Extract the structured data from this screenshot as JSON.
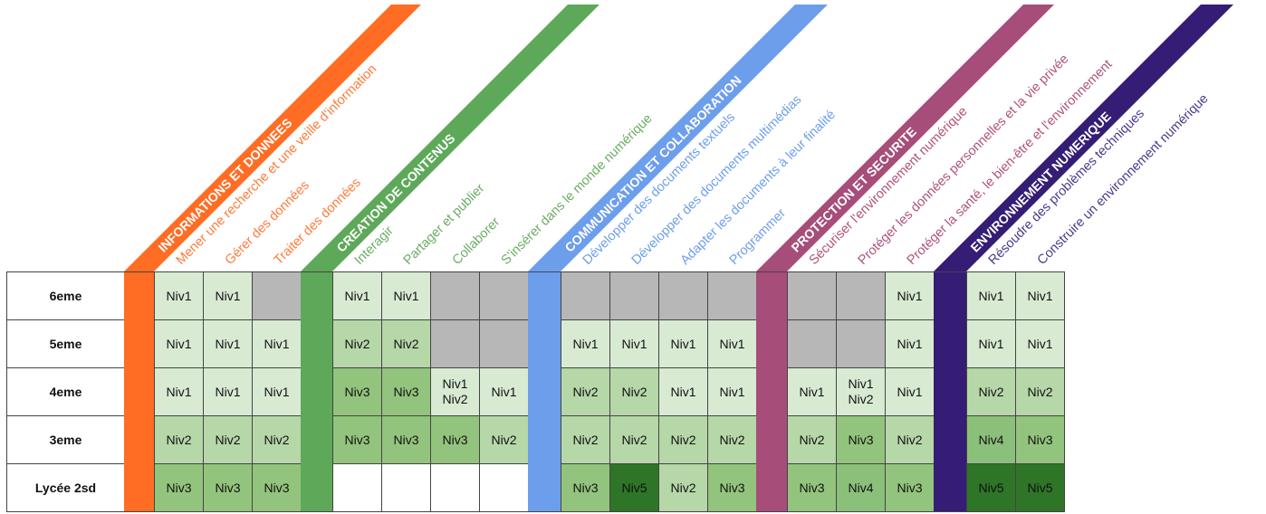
{
  "rows": [
    "6eme",
    "5eme",
    "4eme",
    "3eme",
    "Lycée 2sd"
  ],
  "level_colors": {
    "Niv1": "#d9ead3",
    "Niv2": "#b6d7a8",
    "Niv3": "#93c47d",
    "Niv4": "#8bc07a",
    "Niv5": "#2e7528",
    "na": "#b7b7b7",
    "empty": "#ffffff"
  },
  "sections": [
    {
      "title": "INFORMATIONS ET DONNEES",
      "color": "#ff6d24",
      "text_color": "#ff7a3a",
      "columns": [
        {
          "label": "Mener une recherche et une veille d'information",
          "cells": [
            "Niv1",
            "Niv1",
            "Niv1",
            "Niv2",
            "Niv3"
          ]
        },
        {
          "label": "Gérer des données",
          "cells": [
            "Niv1",
            "Niv1",
            "Niv1",
            "Niv2",
            "Niv3"
          ]
        },
        {
          "label": "Traiter des données",
          "cells": [
            null,
            "Niv1",
            "Niv1",
            "Niv2",
            "Niv3"
          ]
        }
      ]
    },
    {
      "title": "CREATION DE CONTENUS",
      "color": "#5ea85a",
      "text_color": "#6aae62",
      "columns": [
        {
          "label": "Interagir",
          "cells": [
            "Niv1",
            "Niv2",
            "Niv3",
            "Niv3",
            ""
          ]
        },
        {
          "label": "Partager et publier",
          "cells": [
            "Niv1",
            "Niv2",
            "Niv3",
            "Niv3",
            ""
          ]
        },
        {
          "label": "Collaborer",
          "cells": [
            null,
            null,
            "Niv1\nNiv2",
            "Niv3",
            ""
          ]
        },
        {
          "label": "S'insérer dans le monde numérique",
          "cells": [
            null,
            null,
            "Niv1",
            "Niv2",
            ""
          ]
        }
      ]
    },
    {
      "title": "COMMUNICATION ET COLLABORATION",
      "color": "#6d9eeb",
      "text_color": "#6d9eeb",
      "columns": [
        {
          "label": "Développer des documents textuels",
          "cells": [
            null,
            "Niv1",
            "Niv2",
            "Niv2",
            "Niv3"
          ]
        },
        {
          "label": "Développer des documents multimédias",
          "cells": [
            null,
            "Niv1",
            "Niv2",
            "Niv2",
            "Niv5"
          ]
        },
        {
          "label": "Adapter les documents à leur finalité",
          "cells": [
            null,
            "Niv1",
            "Niv1",
            "Niv2",
            "Niv2"
          ]
        },
        {
          "label": "Programmer",
          "cells": [
            null,
            "Niv1",
            "Niv1",
            "Niv2",
            "Niv3"
          ]
        }
      ]
    },
    {
      "title": "PROTECTION ET SECURITE",
      "color": "#a64d79",
      "text_color": "#b0517f",
      "columns": [
        {
          "label": "Sécuriser l'environnement numérique",
          "cells": [
            null,
            null,
            "Niv1",
            "Niv2",
            "Niv3"
          ]
        },
        {
          "label": "Protéger les données personnelles et la vie privée",
          "cells": [
            null,
            null,
            "Niv1\nNiv2",
            "Niv3",
            "Niv4"
          ]
        },
        {
          "label": "Protéger la santé, le bien-être et l'environnement",
          "cells": [
            "Niv1",
            "Niv1",
            "Niv1",
            "Niv2",
            "Niv3"
          ]
        }
      ]
    },
    {
      "title": "ENVIRONNEMENT NUMERIQUE",
      "color": "#351c75",
      "text_color": "#4a3a8e",
      "columns": [
        {
          "label": "Résoudre des problèmes techniques",
          "cells": [
            "Niv1",
            "Niv1",
            "Niv2",
            "Niv4",
            "Niv5"
          ]
        },
        {
          "label": "Construire un environnement numérique",
          "cells": [
            "Niv1",
            "Niv1",
            "Niv2",
            "Niv3",
            "Niv5"
          ]
        }
      ]
    }
  ]
}
